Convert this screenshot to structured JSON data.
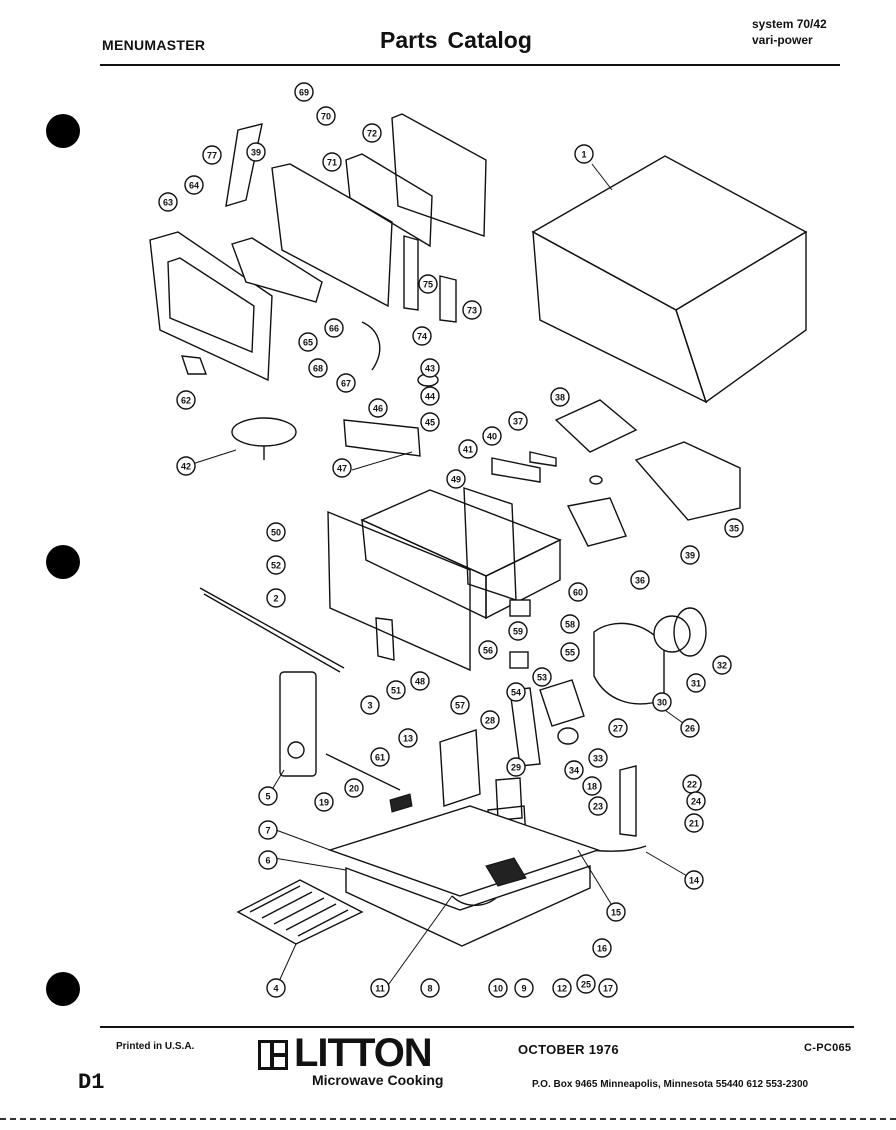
{
  "header": {
    "brand": "MENUMASTER",
    "title_word1": "Parts",
    "title_word2": "Catalog",
    "system_line": "system 70/42",
    "variant_line": "vari-power"
  },
  "callout_numbers": [
    "69",
    "70",
    "71",
    "72",
    "77",
    "39",
    "63",
    "64",
    "66",
    "65",
    "68",
    "67",
    "75",
    "73",
    "74",
    "62",
    "1",
    "43",
    "44",
    "45",
    "46",
    "47",
    "42",
    "41",
    "40",
    "37",
    "38",
    "39",
    "35",
    "36",
    "49",
    "50",
    "52",
    "2",
    "3",
    "51",
    "48",
    "60",
    "58",
    "59",
    "56",
    "55",
    "53",
    "54",
    "57",
    "32",
    "31",
    "30",
    "29",
    "27",
    "28",
    "26",
    "33",
    "34",
    "13",
    "61",
    "20",
    "19",
    "5",
    "18",
    "22",
    "23",
    "21",
    "24",
    "14",
    "7",
    "6",
    "15",
    "4",
    "11",
    "8",
    "10",
    "9",
    "12",
    "25",
    "17",
    "16"
  ],
  "footer": {
    "printed": "Printed in U.S.A.",
    "brand": "LITTON",
    "brand_sub": "Microwave Cooking",
    "date": "OCTOBER 1976",
    "catalog_code": "C-PC065",
    "address": "P.O. Box 9465   Minneapolis, Minnesota 55440   612  553-2300",
    "page_mark": "D1"
  }
}
